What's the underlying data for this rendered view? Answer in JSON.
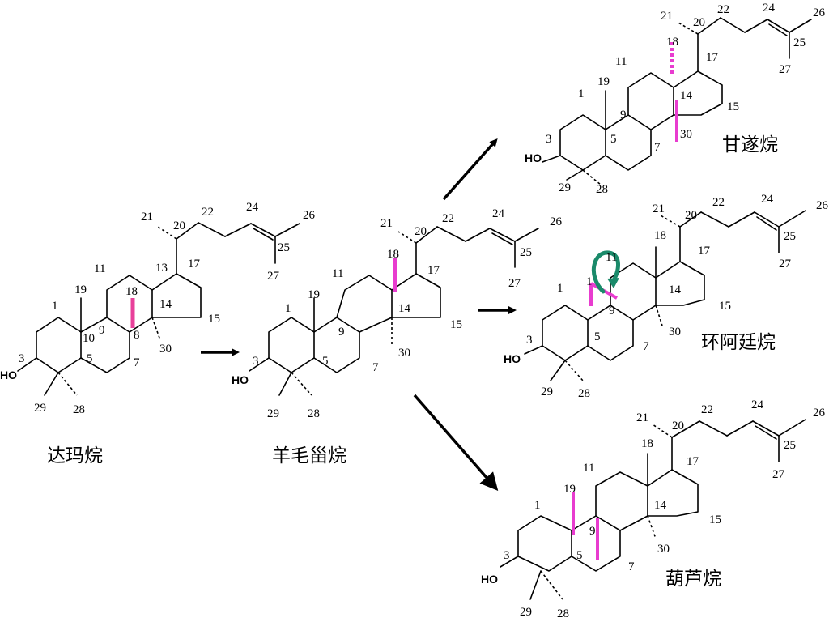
{
  "compounds": {
    "dammarane": {
      "name": "达玛烷",
      "numbers": {
        "n1": "1",
        "n3": "3",
        "n5": "5",
        "n7": "7",
        "n8": "8",
        "n9": "9",
        "n10": "10",
        "n11": "11",
        "n13": "13",
        "n14": "14",
        "n15": "15",
        "n17": "17",
        "n18": "18",
        "n19": "19",
        "n20": "20",
        "n21": "21",
        "n22": "22",
        "n24": "24",
        "n25": "25",
        "n26": "26",
        "n27": "27",
        "n28": "28",
        "n29": "29",
        "n30": "30"
      },
      "ho": "HO"
    },
    "lanostane": {
      "name": "羊毛甾烷",
      "numbers": {
        "n1": "1",
        "n3": "3",
        "n5": "5",
        "n7": "7",
        "n9": "9",
        "n11": "11",
        "n14": "14",
        "n15": "15",
        "n17": "17",
        "n18": "18",
        "n19": "19",
        "n20": "20",
        "n21": "21",
        "n22": "22",
        "n24": "24",
        "n25": "25",
        "n26": "26",
        "n27": "27",
        "n28": "28",
        "n29": "29",
        "n30": "30"
      },
      "ho": "HO"
    },
    "tirucallane": {
      "name": "甘遂烷",
      "numbers": {
        "n1": "1",
        "n3": "3",
        "n5": "5",
        "n7": "7",
        "n9": "9",
        "n11": "11",
        "n14": "14",
        "n15": "15",
        "n17": "17",
        "n18": "18",
        "n19": "19",
        "n20": "20",
        "n21": "21",
        "n22": "22",
        "n24": "24",
        "n25": "25",
        "n26": "26",
        "n27": "27",
        "n28": "28",
        "n29": "29",
        "n30": "30"
      },
      "ho": "HO"
    },
    "cycloartane": {
      "name": "环阿廷烷",
      "numbers": {
        "n1": "1",
        "n3": "3",
        "n5": "5",
        "n7": "7",
        "n9": "9",
        "n11": "11",
        "n14": "14",
        "n15": "15",
        "n17": "17",
        "n18": "18",
        "n19": "1",
        "n20": "20",
        "n21": "21",
        "n22": "22",
        "n24": "24",
        "n25": "25",
        "n26": "26",
        "n27": "27",
        "n28": "28",
        "n29": "29",
        "n30": "30"
      },
      "ho": "HO"
    },
    "cucurbitane": {
      "name": "葫芦烷",
      "numbers": {
        "n1": "1",
        "n3": "3",
        "n5": "5",
        "n7": "7",
        "n9": "9",
        "n11": "11",
        "n14": "14",
        "n15": "15",
        "n17": "17",
        "n18": "18",
        "n19": "19",
        "n20": "20",
        "n21": "21",
        "n22": "22",
        "n24": "24",
        "n25": "25",
        "n26": "26",
        "n27": "27",
        "n28": "28",
        "n29": "29",
        "n30": "30"
      },
      "ho": "HO"
    }
  },
  "colors": {
    "highlight": "#e83ccf",
    "arrow": "#000000",
    "curved_arrow": "#1a8a6a"
  }
}
